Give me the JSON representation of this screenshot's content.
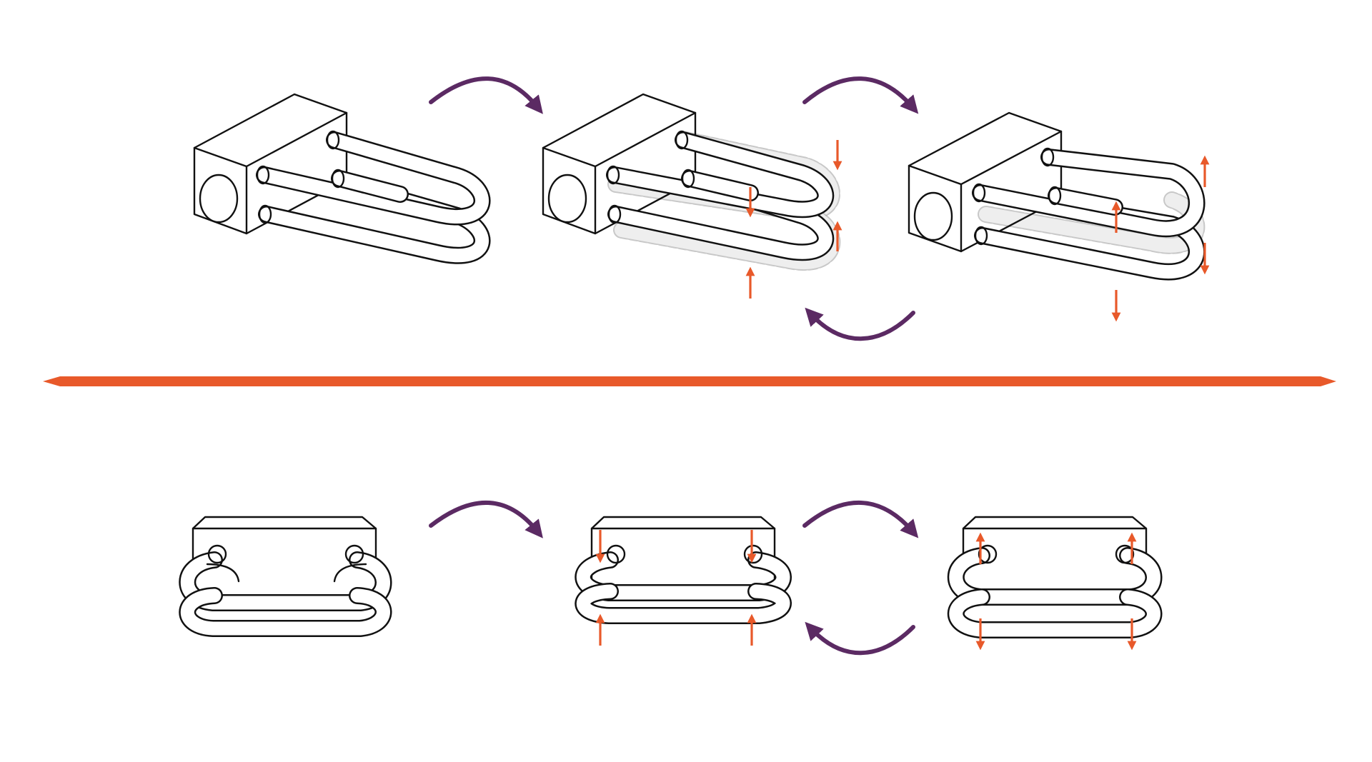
{
  "colors": {
    "cycle_arrow": "#5b2a63",
    "motion_arrow": "#e8592a",
    "divider": "#e8592a",
    "outline": "#111111",
    "ghost_fill": "#e9e9e9"
  },
  "rows": [
    {
      "view": "perspective",
      "stages": [
        "neutral",
        "compressed",
        "extended"
      ]
    },
    {
      "view": "front",
      "stages": [
        "neutral",
        "compressed",
        "extended"
      ]
    }
  ],
  "icons": [
    "forward-cycle-arrow-icon",
    "return-cycle-arrow-icon",
    "up-motion-arrow-icon",
    "down-motion-arrow-icon"
  ]
}
